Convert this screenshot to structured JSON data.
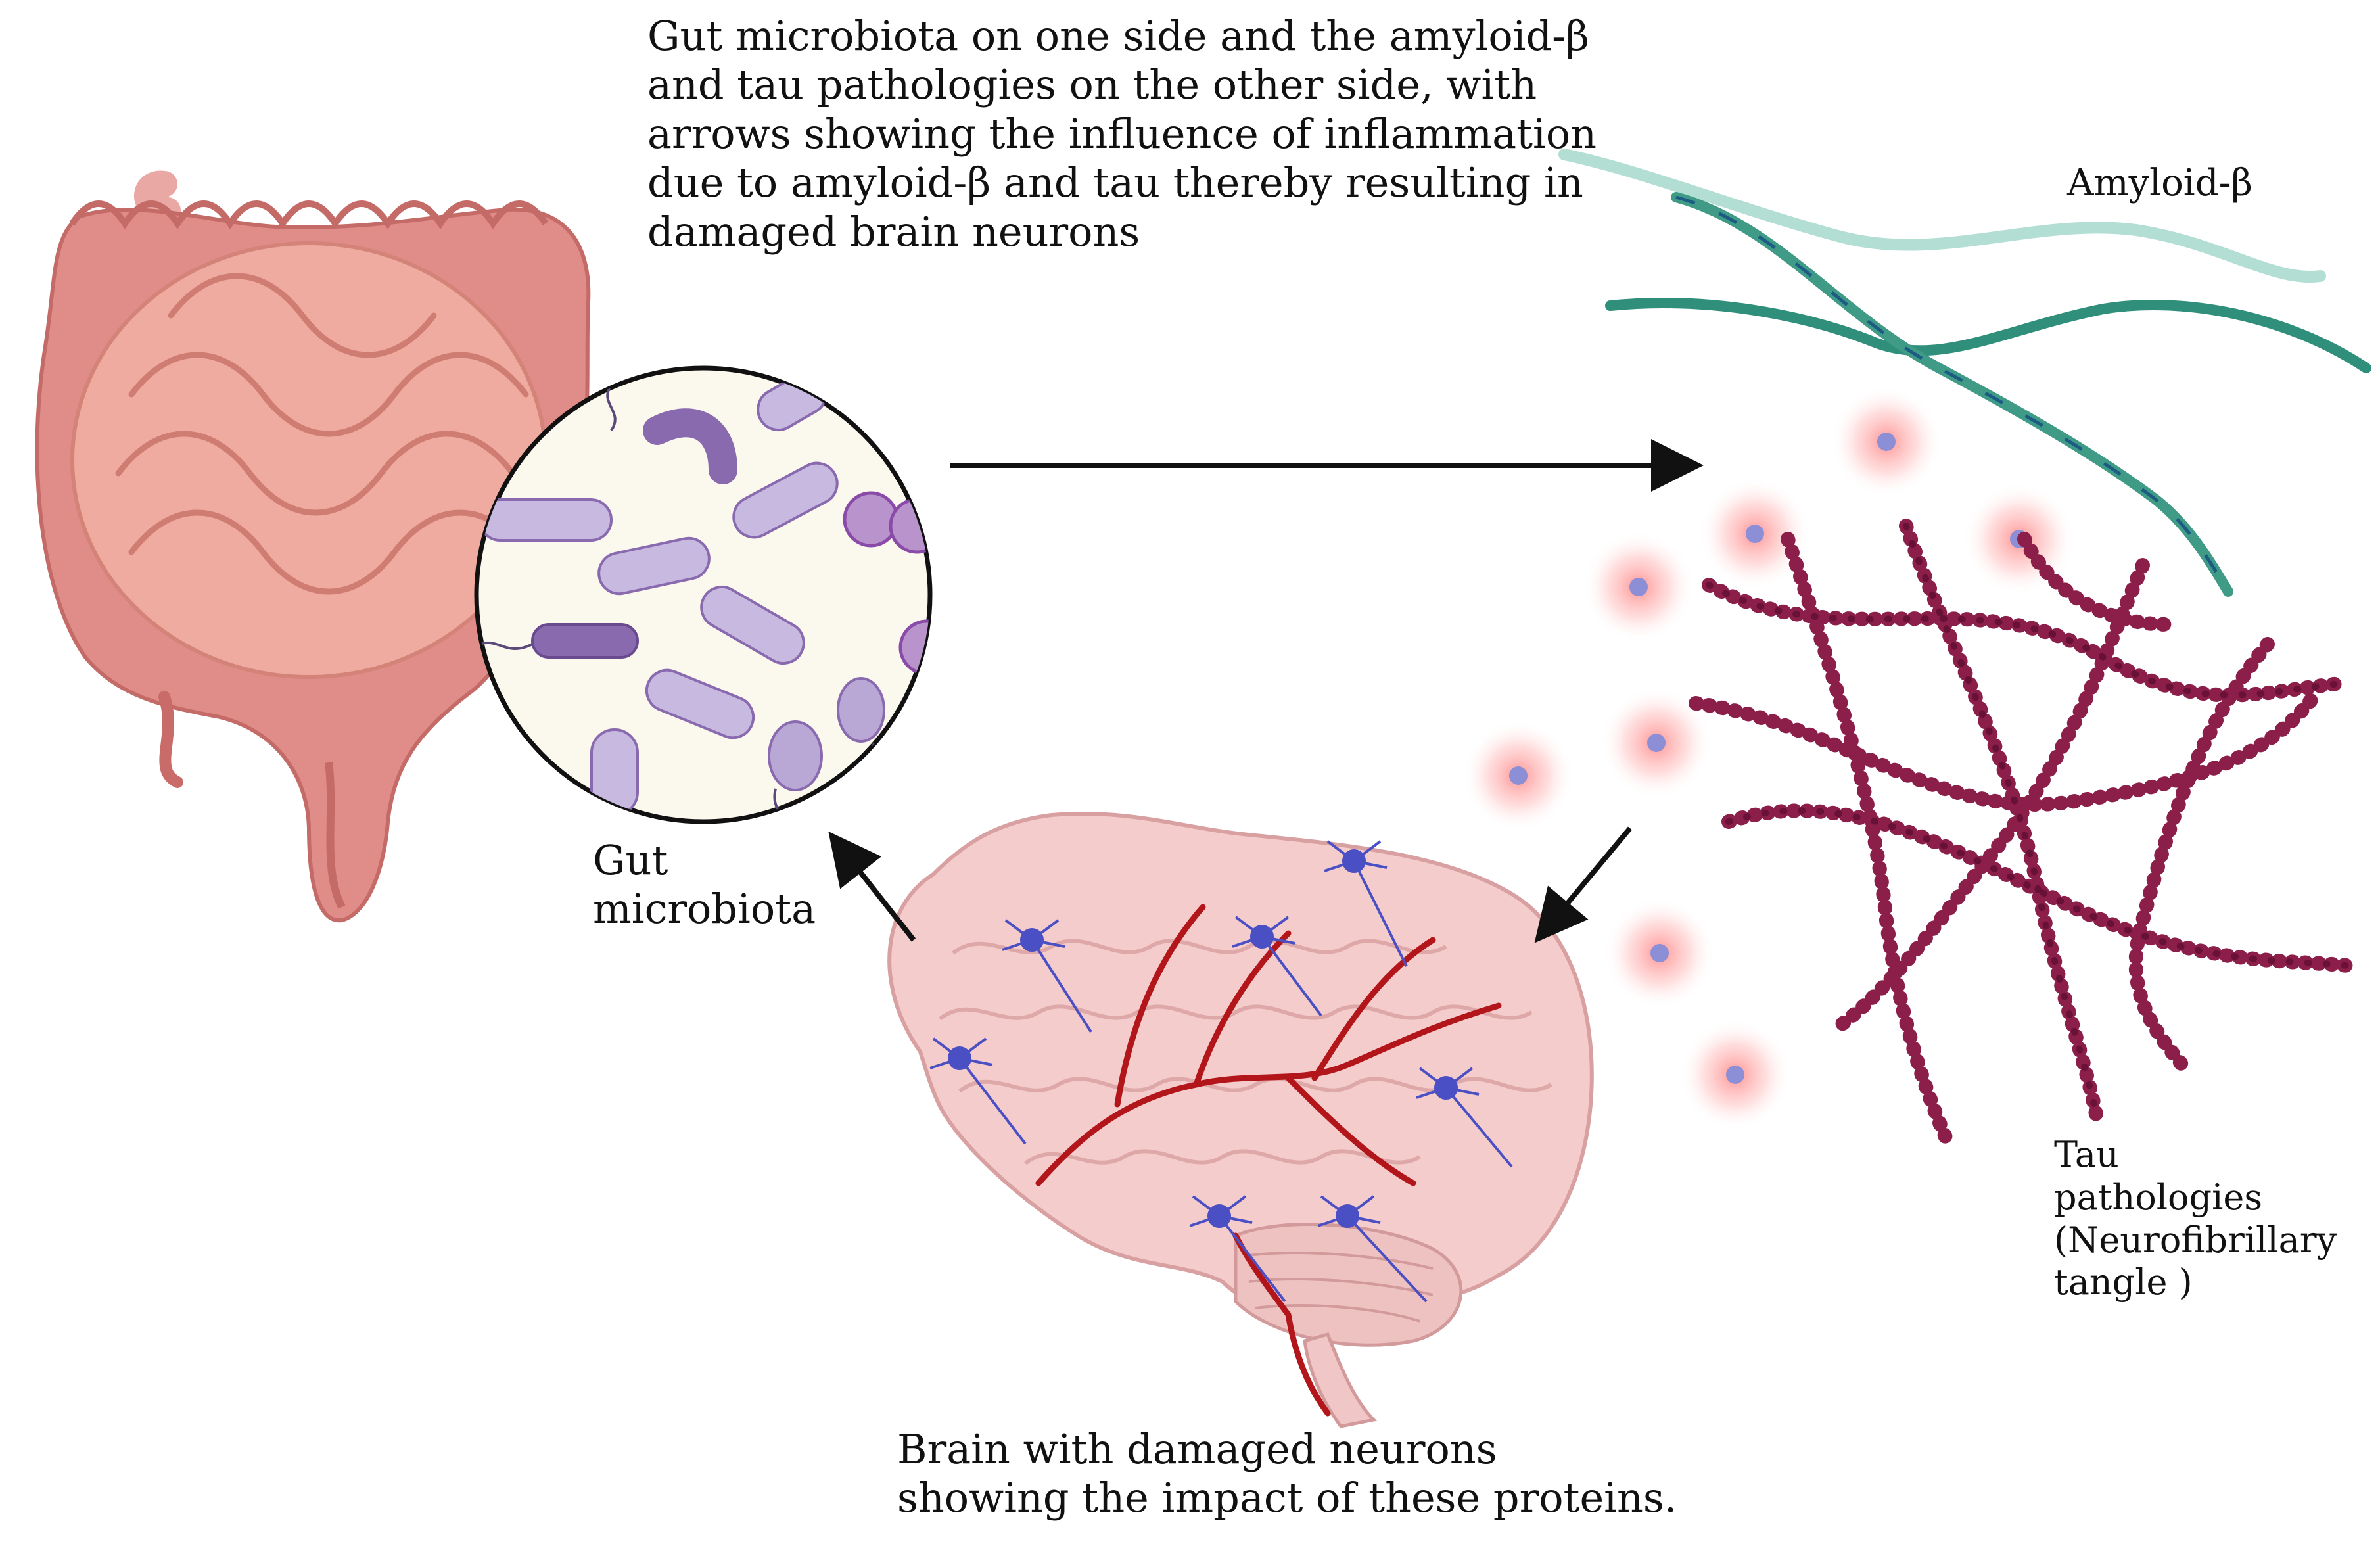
{
  "caption_top": "Gut microbiota on one side and the amyloid-β\nand tau pathologies on the other side, with\narrows showing the influence of inflammation\ndue to amyloid-β and tau thereby resulting in\ndamaged brain neurons",
  "labels": {
    "gut_microbiota": "Gut\nmicrobiota",
    "amyloid_beta": "Amyloid-β",
    "tau": "Tau\npathologies\n(Neurofibrillary\ntangle )",
    "brain": "Brain with damaged neurons\nshowing the impact of these proteins."
  },
  "colors": {
    "intestine": "#e5928e",
    "intestine_dark": "#c96b68",
    "bacteria": "#c7b9e0",
    "bacteria_dark": "#8a6aae",
    "amyloid": "#3f9a86",
    "tau": "#8c1e4a",
    "brain": "#f4cccc",
    "vessel": "#b2161a",
    "neuron": "#4a4fc4",
    "inflammation": "#ff6b6b",
    "arrow": "#111111"
  }
}
